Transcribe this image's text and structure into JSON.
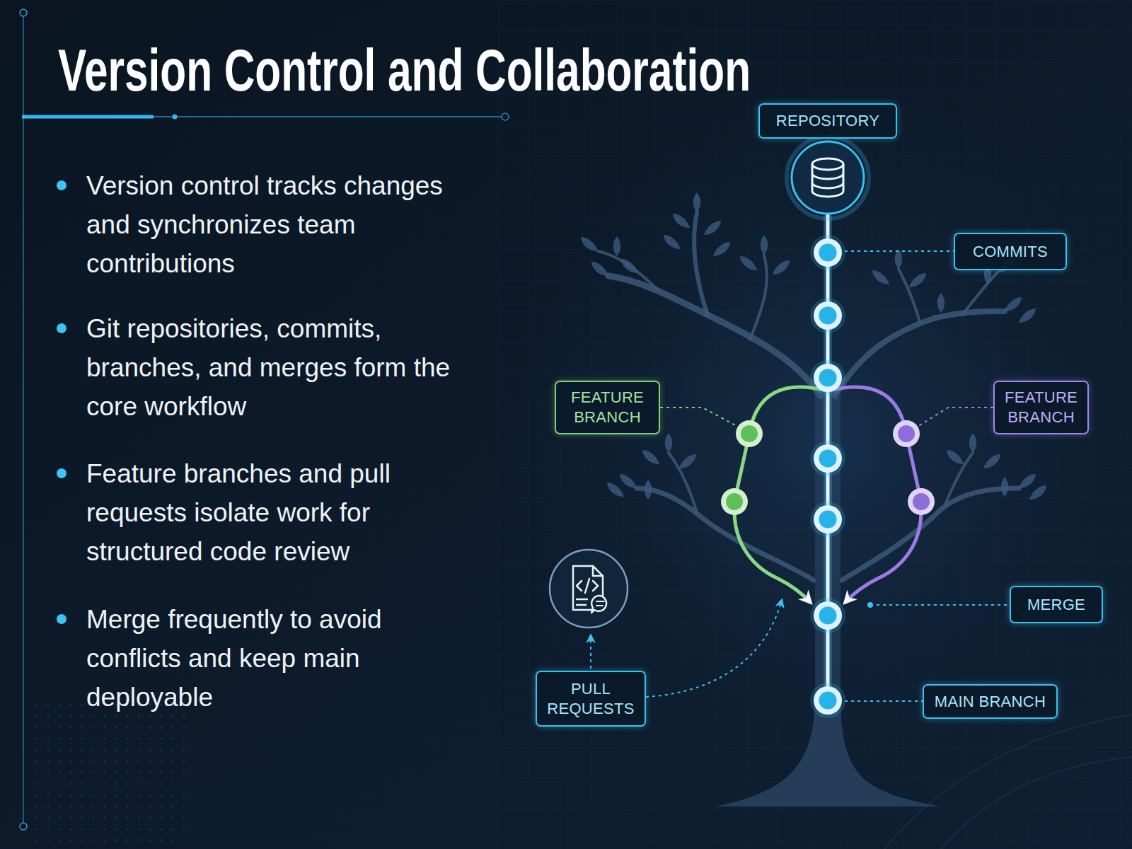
{
  "diagram": {
    "title": "Version Control and Collaboration",
    "nodes": [
      {
        "text": [
          "REPOSITORY"
        ]
      },
      {
        "text": [
          "COMMITS"
        ]
      },
      {
        "text": [
          "FEATURE BRANCH"
        ]
      },
      {
        "text": [
          "FEATURE BRANCH"
        ]
      },
      {
        "text": [
          "MERGE"
        ]
      },
      {
        "text": [
          "PULL REQUESTS"
        ]
      },
      {
        "text": [
          "MAIN BRANCH"
        ]
      }
    ],
    "labels": [
      "Version control tracks changes and synchronizes team contributions",
      "Git repositories, commits, branches, and merges form the core workflow",
      "Feature branches and pull requests isolate work for structured code review",
      "Merge frequently to avoid conflicts and keep main deployable"
    ]
  }
}
